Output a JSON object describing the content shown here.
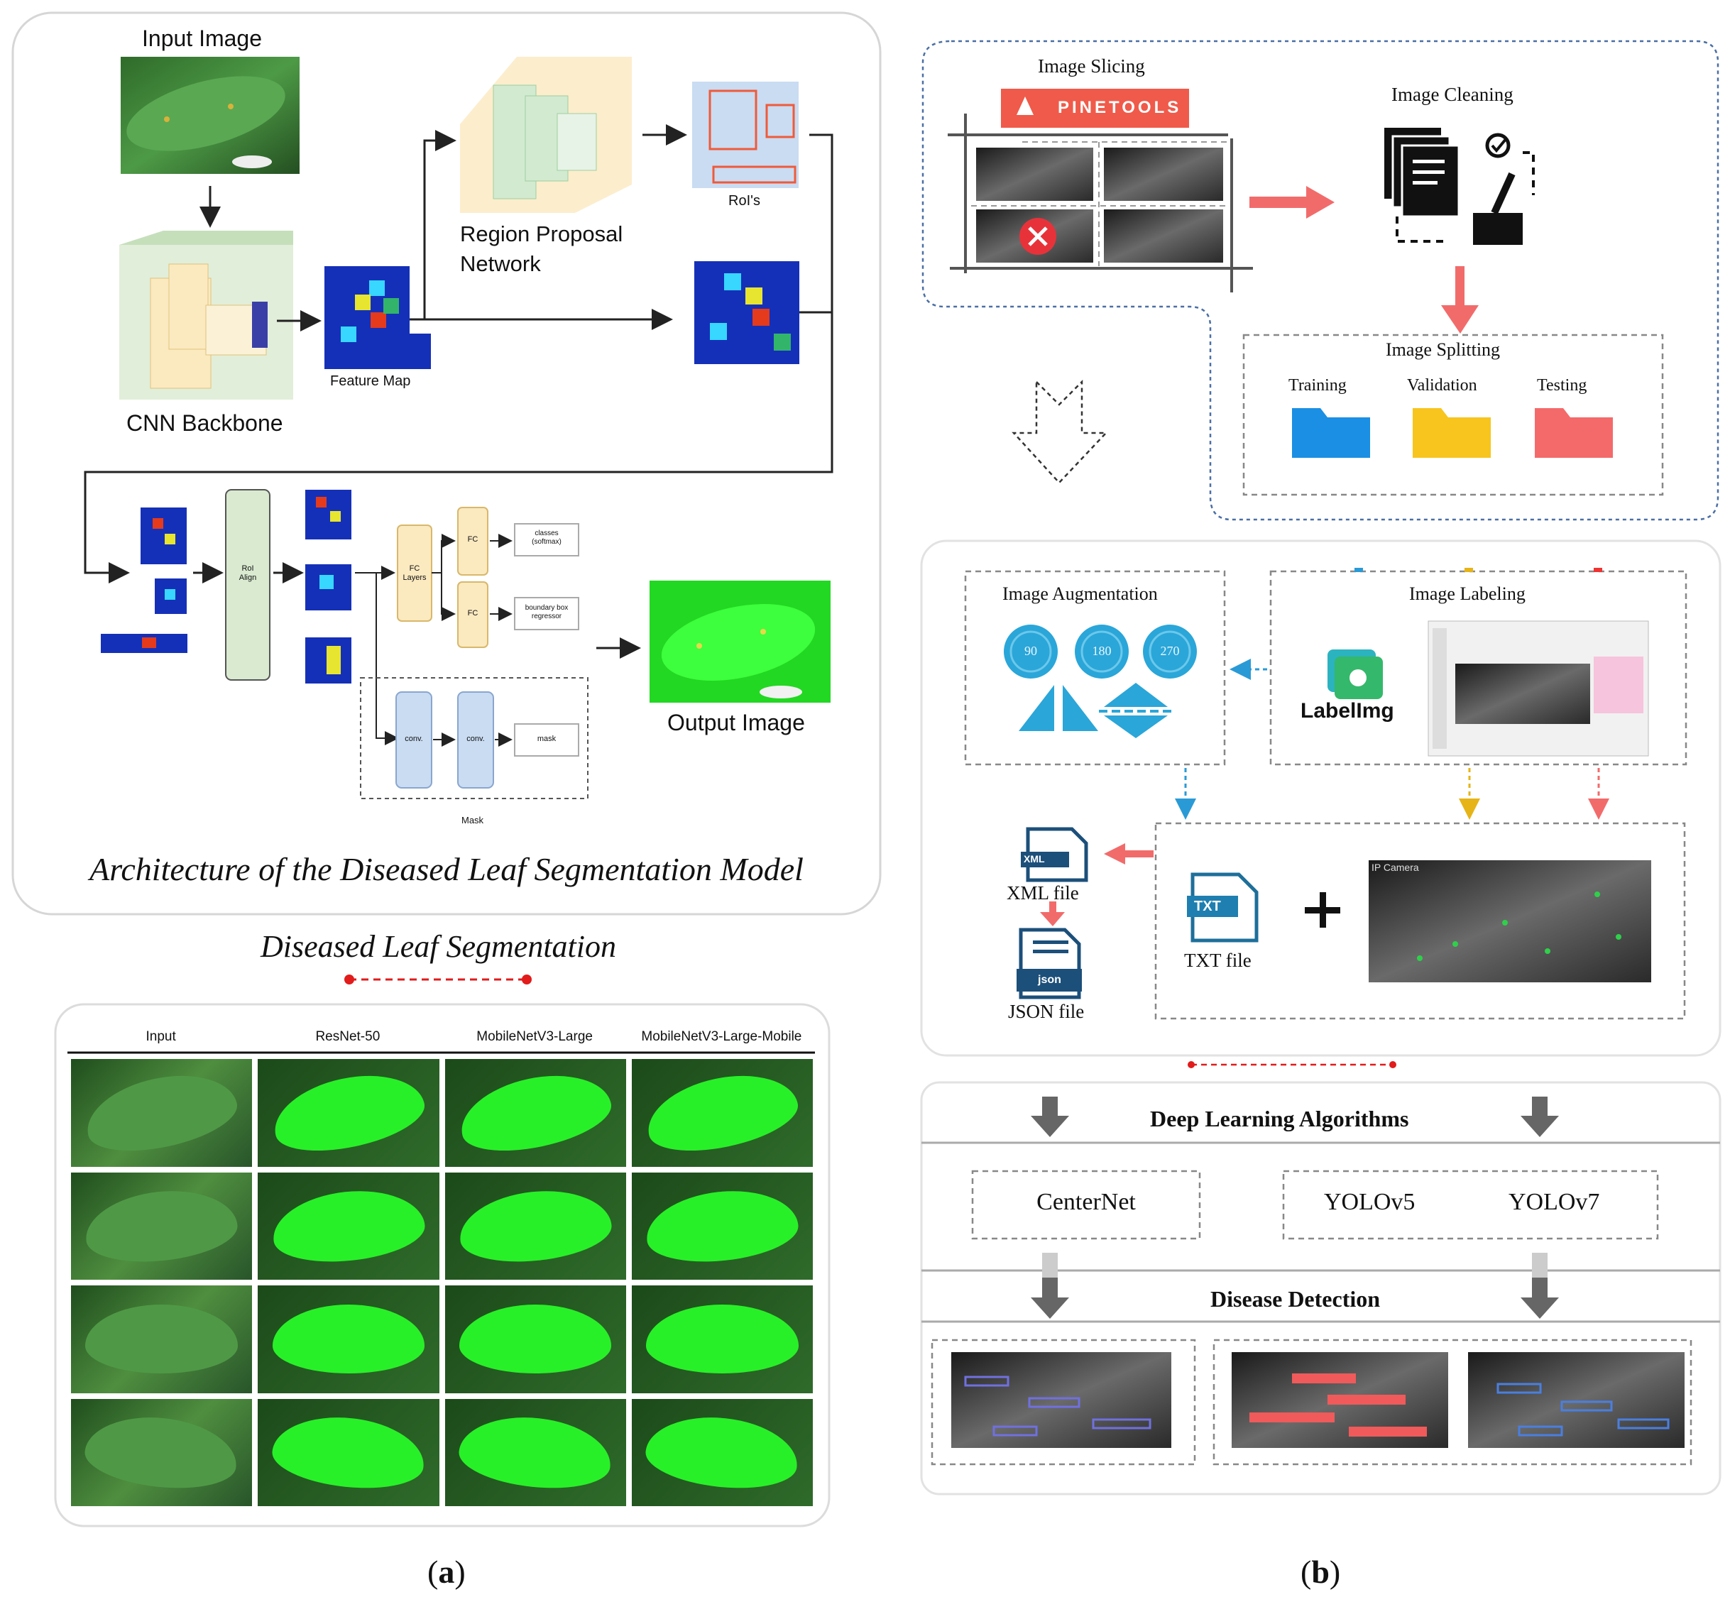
{
  "panel_a": {
    "label": "a",
    "architecture": {
      "input_label": "Input Image",
      "backbone_label": "CNN Backbone",
      "feature_map_label": "Feature Map",
      "rpn_label_line1": "Region Proposal",
      "rpn_label_line2": "Network",
      "rois_label": "RoI's",
      "roi_align_line1": "RoI",
      "roi_align_line2": "Align",
      "fc_layers_line1": "FC",
      "fc_layers_line2": "Layers",
      "fc1": "FC",
      "fc2": "FC",
      "classes_line1": "classes",
      "classes_line2": "(softmax)",
      "bbox_line1": "boundary box",
      "bbox_line2": "regressor",
      "conv1": "conv.",
      "conv2": "conv.",
      "mask_box": "mask",
      "mask_label": "Mask",
      "output_label": "Output Image",
      "caption": "Architecture of the Diseased Leaf Segmentation Model"
    },
    "segmentation": {
      "title": "Diseased Leaf Segmentation",
      "columns": [
        "Input",
        "ResNet-50",
        "MobileNetV3-Large",
        "MobileNetV3-Large-Mobile"
      ],
      "rows": 4
    }
  },
  "panel_b": {
    "label": "b",
    "image_slicing": "Image Slicing",
    "pinetools": "PINETOOLS",
    "image_cleaning": "Image Cleaning",
    "image_splitting": "Image Splitting",
    "folders": [
      "Training",
      "Validation",
      "Testing"
    ],
    "folder_colors": [
      "#1a8fe3",
      "#f7c51e",
      "#f46a6a"
    ],
    "image_augmentation": "Image Augmentation",
    "rotations": [
      "90",
      "180",
      "270"
    ],
    "image_labeling": "Image Labeling",
    "labelimg": "LabelImg",
    "xml_icon_text": "XML",
    "xml_file": "XML file",
    "json_icon_text": "json",
    "json_file": "JSON file",
    "txt_icon_text": "TXT",
    "txt_file": "TXT file",
    "ip_camera": "IP Camera",
    "deep_learning": "Deep Learning Algorithms",
    "algorithms": [
      "CenterNet",
      "YOLOv5",
      "YOLOv7"
    ],
    "disease_detection": "Disease Detection"
  },
  "colors": {
    "leaf_green": "#3e8a3a",
    "seg_green": "#27ee27",
    "arrow_red": "#f26b6b",
    "dash_red": "#e21b1b",
    "box_blue": "#c9dcf2",
    "box_yellow": "#fbe9c0",
    "box_green": "#d9ead0"
  }
}
